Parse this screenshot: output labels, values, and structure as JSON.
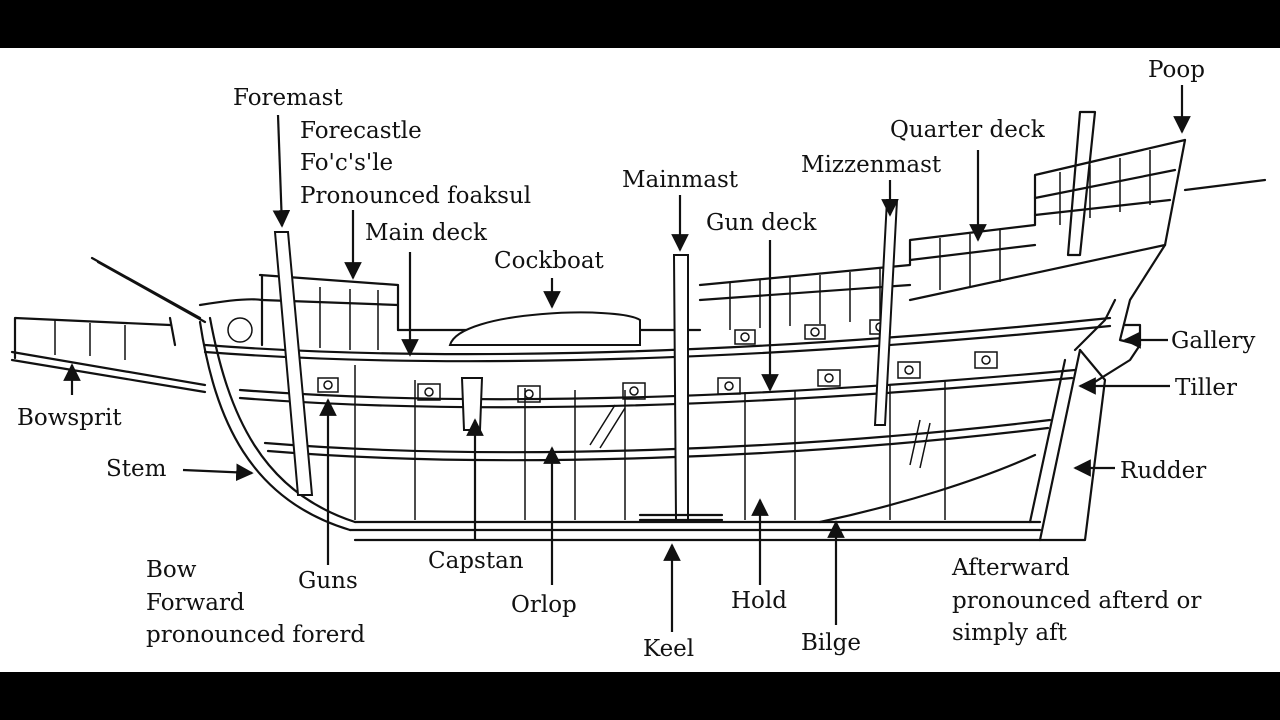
{
  "diagram": {
    "labels": {
      "foremast": "Foremast",
      "forecastle": "Forecastle",
      "focsle": "Fo'c's'le",
      "pron_foaksul": "Pronounced foaksul",
      "main_deck": "Main deck",
      "cockboat": "Cockboat",
      "mainmast": "Mainmast",
      "gun_deck": "Gun deck",
      "mizzenmast": "Mizzenmast",
      "quarter_deck": "Quarter deck",
      "poop": "Poop",
      "gallery": "Gallery",
      "tiller": "Tiller",
      "rudder": "Rudder",
      "bowsprit": "Bowsprit",
      "stem": "Stem",
      "bow": "Bow",
      "forward": "Forward",
      "pron_forerd": "pronounced forerd",
      "guns": "Guns",
      "capstan": "Capstan",
      "orlop": "Orlop",
      "keel": "Keel",
      "hold": "Hold",
      "bilge": "Bilge",
      "afterward": "Afterward",
      "pron_afterd": "pronounced afterd or",
      "simply_aft": "simply aft"
    }
  }
}
